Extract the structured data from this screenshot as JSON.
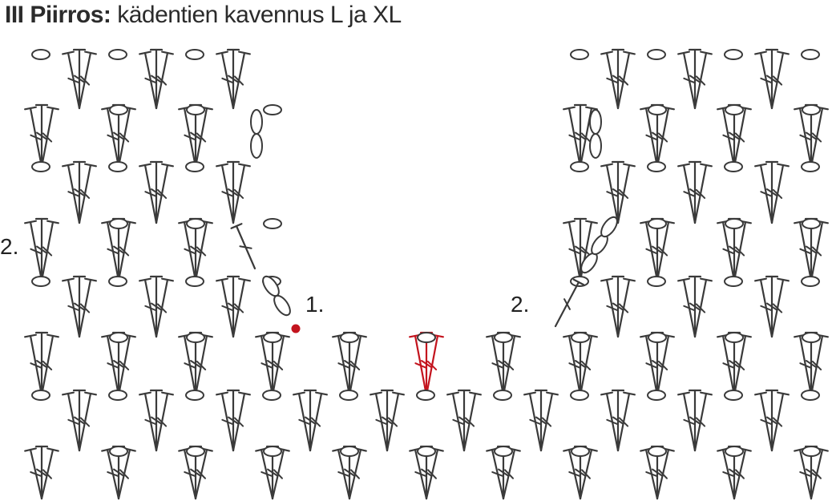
{
  "title": {
    "bold": "III Piirros:",
    "rest": "kädentien kavennus L ja XL"
  },
  "labels": {
    "left_two": "2.",
    "start_one": "1.",
    "right_two": "2."
  },
  "colors": {
    "stitch": "#3a3a3a",
    "highlight": "#c3141e",
    "start_dot": "#c3141e",
    "background": "#ffffff"
  },
  "stitches": {
    "chain_symbol": "oval",
    "double_crochet_symbol": "T with crossbar",
    "highlighted_group": "3 double crochet (red)"
  }
}
